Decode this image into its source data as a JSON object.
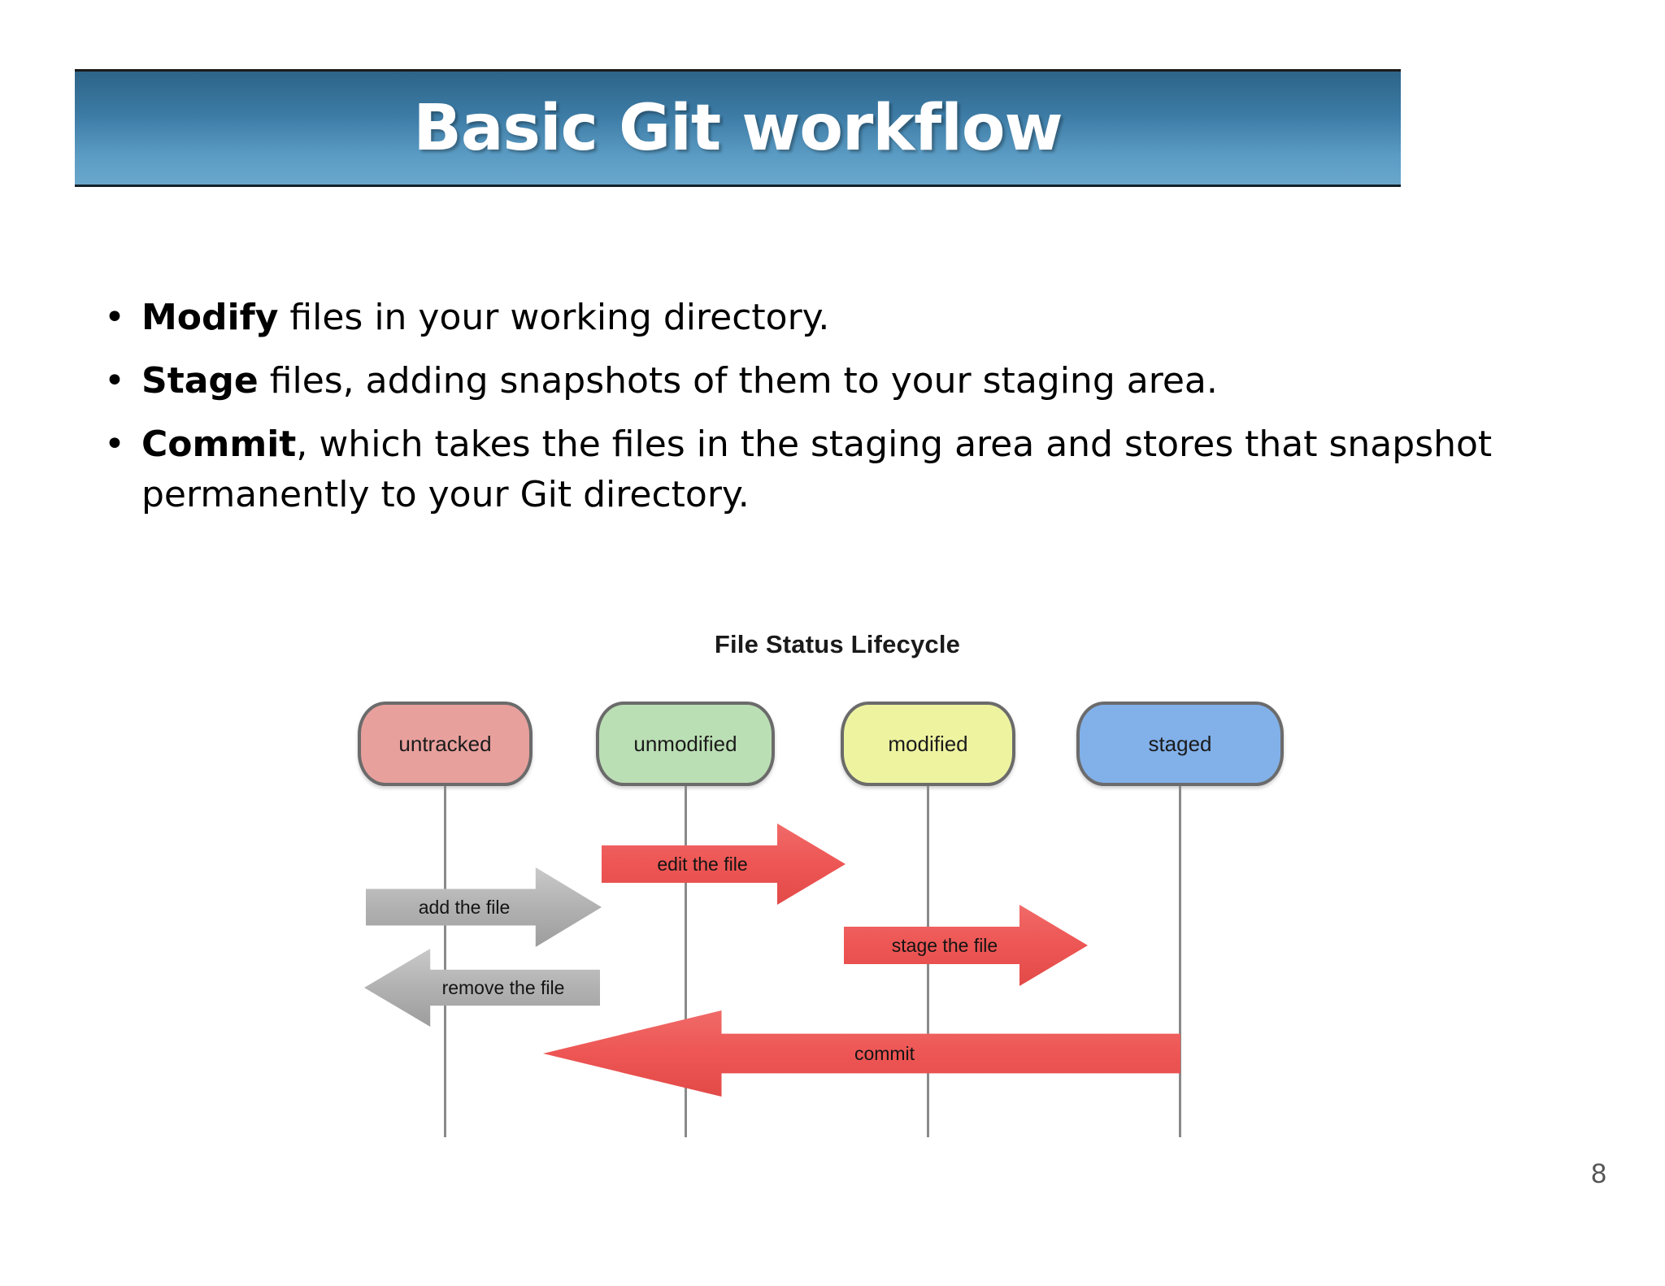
{
  "slide": {
    "title": "Basic Git workflow",
    "page_number": "8",
    "title_gradient_top": "#2d6489",
    "title_gradient_bottom": "#6aa7cc",
    "title_text_color": "#ffffff"
  },
  "bullets": [
    {
      "marker": "•",
      "lead": "Modify",
      "rest": " files in your working directory."
    },
    {
      "marker": "•",
      "lead": "Stage",
      "rest": " files, adding snapshots of them to your staging area."
    },
    {
      "marker": "•",
      "lead": "Commit",
      "rest": ", which takes the files in the staging area and stores that snapshot permanently to your Git directory."
    }
  ],
  "diagram": {
    "title": "File Status Lifecycle",
    "states": [
      {
        "id": "untracked",
        "label": "untracked",
        "color": "#e8a09d"
      },
      {
        "id": "unmodified",
        "label": "unmodified",
        "color": "#bbdfb4"
      },
      {
        "id": "modified",
        "label": "modified",
        "color": "#eef3a0"
      },
      {
        "id": "staged",
        "label": "staged",
        "color": "#82b1ea"
      }
    ],
    "transitions": [
      {
        "id": "add",
        "label": "add the file",
        "direction": "right",
        "color": "#a8a8a8",
        "from": "untracked",
        "to": "unmodified"
      },
      {
        "id": "edit",
        "label": "edit the file",
        "direction": "right",
        "color": "#ed5654",
        "from": "unmodified",
        "to": "modified"
      },
      {
        "id": "stage",
        "label": "stage the file",
        "direction": "right",
        "color": "#ed5654",
        "from": "modified",
        "to": "staged"
      },
      {
        "id": "remove",
        "label": "remove the file",
        "direction": "left",
        "color": "#a8a8a8",
        "from": "unmodified",
        "to": "untracked"
      },
      {
        "id": "commit",
        "label": "commit",
        "direction": "left",
        "color": "#ed5654",
        "from": "staged",
        "to": "unmodified"
      }
    ]
  }
}
